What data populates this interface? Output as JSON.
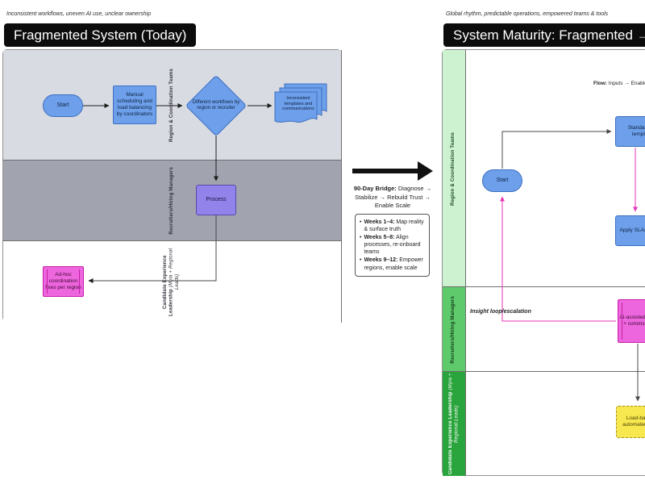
{
  "left_panel": {
    "caption": "Inconsistent workflows, uneven AI use, unclear ownership",
    "title": "Fragmented System (Today)",
    "lanes": [
      {
        "label": "Region & Coordination Teams"
      },
      {
        "label": "Recruiters/Hiring Managers"
      },
      {
        "label": "Candidate Experience Leadership",
        "sublabel": "(Myia + Regional Leads)"
      }
    ],
    "nodes": {
      "start": "Start",
      "manual": "Manual scheduling and load balancing by coordinators",
      "decision": "Different workflows by region or recruiter",
      "document": "Inconsistent templates and communications",
      "process": "Process",
      "adhoc": "Ad-hoc coordination fixes per region"
    }
  },
  "bridge": {
    "heading_bold": "90-Day Bridge:",
    "heading_rest": " Diagnose → Stabilize → Rebuild Trust → Enable Scale",
    "bullets": [
      {
        "bold": "Weeks 1–4:",
        "text": " Map reality & surface truth"
      },
      {
        "bold": "Weeks 5–8:",
        "text": " Align processes, re-onboard teams"
      },
      {
        "bold": "Weeks 9–12:",
        "text": " Empower regions, enable scale"
      }
    ]
  },
  "right_panel": {
    "caption": "Global rhythm, predictable operations, empowered teams & tools",
    "title": "System Maturity: Fragmented →",
    "flow_note_bold": "Flow:",
    "flow_note_rest": " Inputs → Enablement",
    "insight_label": "Insight loop/escalation",
    "lanes": [
      {
        "label": "Region & Coordination Teams"
      },
      {
        "label": "Recruiters/Hiring Managers"
      },
      {
        "label": "Candidate Experience Leadership",
        "sublabel": "(Myia + Regional Leads)"
      }
    ],
    "nodes": {
      "start": "Start",
      "templates": "Standardized templates",
      "slas": "Apply SLAs Globally",
      "ai": "AI-assisted scheduling + comms via Guide",
      "loadbalance": "Load-balancing automated by data"
    }
  },
  "colors": {
    "node_blue": "#6d9fea",
    "node_blue_border": "#3b6fc0",
    "node_purple": "#9183e9",
    "node_purple_border": "#5948ad",
    "node_pink": "#ee66dd",
    "node_pink_border": "#c41fa8",
    "node_yellow": "#f8e84f",
    "node_yellow_border": "#a08f2c",
    "lane_gray_light": "#d9dbe3",
    "lane_gray_dark": "#a1a4af",
    "lane_green_light": "#cdf2cf",
    "lane_green_mid": "#5fca6b",
    "lane_green_dark": "#2aa43c",
    "connector_pink": "#e636b8",
    "title_bar_bg": "#0c0c0c"
  }
}
